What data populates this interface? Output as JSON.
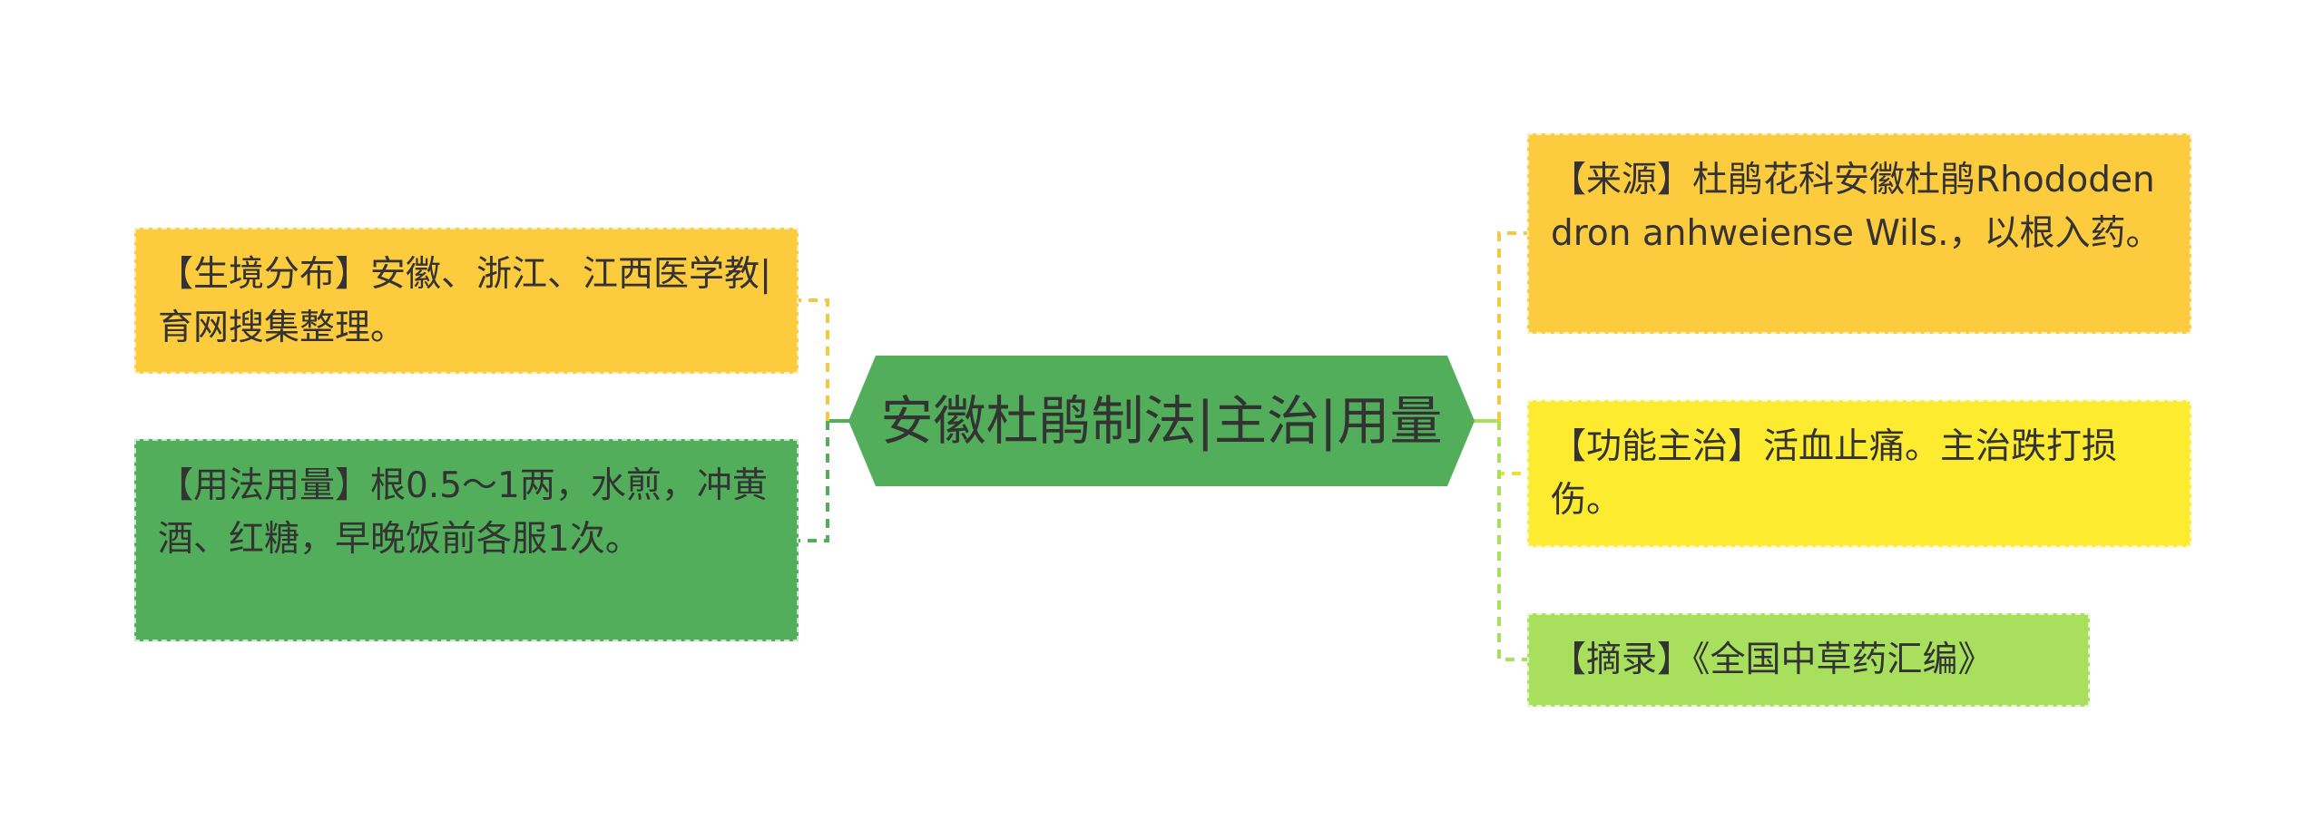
{
  "diagram": {
    "central_topic": "安徽杜鹃制法|主治|用量",
    "left_nodes": [
      {
        "id": "habitat",
        "text": "【生境分布】安徽、浙江、江西医学教|育网搜集整理。",
        "color": "#FDCB3E"
      },
      {
        "id": "usage",
        "text": "【用法用量】根0.5～1两，水煎，冲黄酒、红糖，早晚饭前各服1次。",
        "color": "#52AE5A"
      }
    ],
    "right_nodes": [
      {
        "id": "source",
        "text": "【来源】杜鹃花科安徽杜鹃Rhododendron anhweiense Wils.，以根入药。",
        "color": "#FDCB3E"
      },
      {
        "id": "function",
        "text": "【功能主治】活血止痛。主治跌打损伤。",
        "color": "#FDEB30"
      },
      {
        "id": "excerpt",
        "text": "【摘录】《全国中草药汇编》",
        "color": "#A8E05E"
      }
    ],
    "colors": {
      "central_fill": "#52AE5A",
      "connector_left_top": "#F5C842",
      "connector_left_bottom": "#52AE5A",
      "connector_right_top": "#F5C842",
      "connector_right_middle": "#EDE030",
      "connector_right_bottom": "#A8E05E",
      "connector_main_right": "#A8E05E"
    }
  }
}
